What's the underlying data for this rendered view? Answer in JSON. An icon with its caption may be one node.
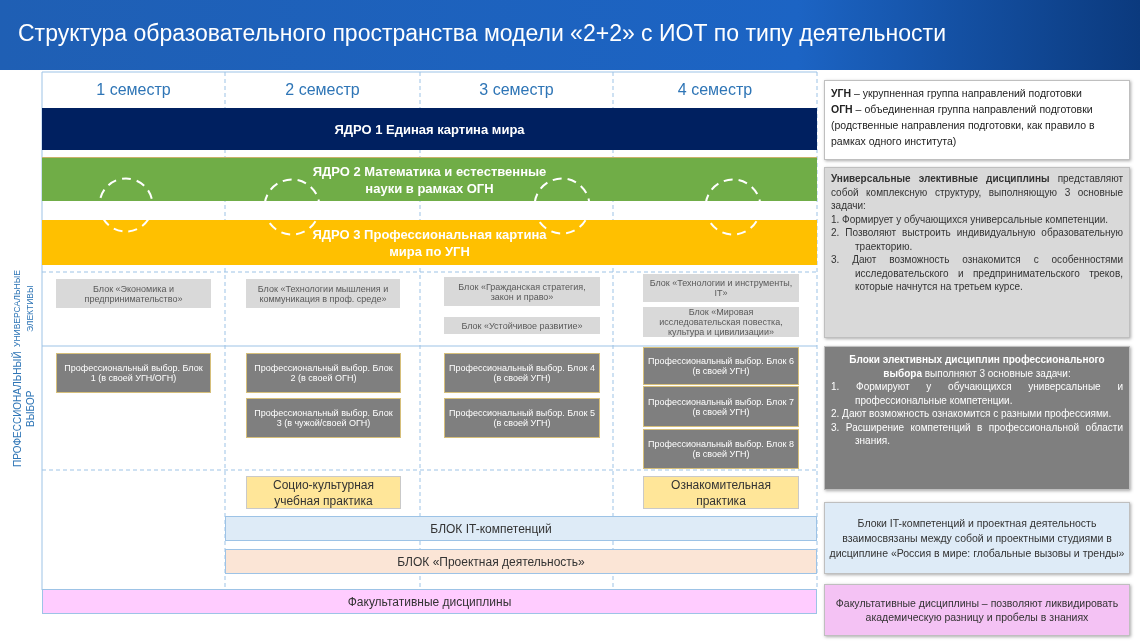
{
  "diagram": {
    "title": "Структура образовательного пространства модели «2+2» с ИОТ по типу деятельности",
    "nodes": [
      {
        "text": [
          "ЯДРО 1 Единая картина мира"
        ]
      },
      {
        "text": [
          "ЯДРО 2 Математика и естественные науки в рамках ОГН"
        ]
      },
      {
        "text": [
          "ЯДРО 3 Профессиональная картина мира по УГН"
        ]
      },
      {
        "text": [],
        "shape": "circle"
      },
      {
        "text": [],
        "shape": "circle"
      },
      {
        "text": [],
        "shape": "circle"
      },
      {
        "text": [],
        "shape": "circle"
      },
      {
        "text": [
          "Блок «Экономика и предпринимательство»"
        ]
      },
      {
        "text": [
          "Блок «Технологии мышления и коммуникация в проф. среде»"
        ]
      },
      {
        "text": [
          "Блок «Гражданская стратегия, закон и право»"
        ]
      },
      {
        "text": [
          "Блок «Технологии и инструменты, IT»"
        ]
      },
      {
        "text": [
          "Блок «Устойчивое развитие»"
        ]
      },
      {
        "text": [
          "Блок «Мировая исследовательская повестка, культура и цивилизации»"
        ]
      },
      {
        "text": [
          "Профессиональный выбор. Блок 1 (в своей УГН/ОГН)"
        ]
      },
      {
        "text": [
          "Профессиональный выбор. Блок 2 (в своей ОГН)"
        ]
      },
      {
        "text": [
          "Профессиональный выбор. Блок 3 (в чужой/своей ОГН)"
        ]
      },
      {
        "text": [
          "Профессиональный выбор. Блок 4 (в своей УГН)"
        ]
      },
      {
        "text": [
          "Профессиональный выбор. Блок 5 (в своей УГН)"
        ]
      },
      {
        "text": [
          "Профессиональный выбор. Блок 6 (в своей УГН)"
        ]
      },
      {
        "text": [
          "Профессиональный выбор. Блок 7 (в своей УГН)"
        ]
      },
      {
        "text": [
          "Профессиональный выбор. Блок 8 (в своей УГН)"
        ]
      },
      {
        "text": [
          "Социо-культурная учебная практика"
        ]
      },
      {
        "text": [
          "Ознакомительная практика"
        ]
      },
      {
        "text": [
          "БЛОК IT-компетенций"
        ]
      },
      {
        "text": [
          "БЛОК «Проектная деятельность»"
        ]
      },
      {
        "text": [
          "Факультативные дисциплины"
        ]
      },
      {
        "text": [
          "**УГН** – укрупненная группа направлений подготовки",
          "**ОГН** – объединенная группа направлений подготовки",
          "(родственные направления подготовки, как правило в рамках одного института)"
        ]
      },
      {
        "text": [
          "**Универсальные элективные дисциплины** представляют собой комплексную структуру, выполняющую 3 основные задачи:",
          "1. Формирует у обучающихся универсальные компетенции.",
          "2. Позволяют выстроить индивидуальную образовательную траекторию.",
          "3. Дают возможность ознакомится с особенностями исследовательского и предпринимательского треков, которые начнутся на третьем курсе."
        ]
      },
      {
        "text": [
          "**Блоки элективных дисциплин профессионального выбора** выполняют 3 основные задачи:",
          "1. Формируют у обучающихся универсальные и профессиональные компетенции.",
          "2. Дают возможность ознакомится с разными профессиями.",
          "3. Расширение компетенций в профессиональной области знания."
        ]
      },
      {
        "text": [
          "Блоки IT-компетенций и проектная деятельность взаимосвязаны между собой и проектными студиями в дисциплине «Россия в мире: глобальные вызовы и тренды»"
        ]
      },
      {
        "text": [
          "Факультативные дисциплины – позволяют ликвидировать академическую разницу и пробелы в знаниях"
        ]
      }
    ],
    "labels": [
      "1 семестр",
      "2 семестр",
      "3 семестр",
      "4 семестр",
      "УНИВЕРСАЛЬНЫЕ ЭЛЕКТИВЫ",
      "ПРОФЕССИОНАЛЬНЫЙ ВЫБОР"
    ]
  }
}
